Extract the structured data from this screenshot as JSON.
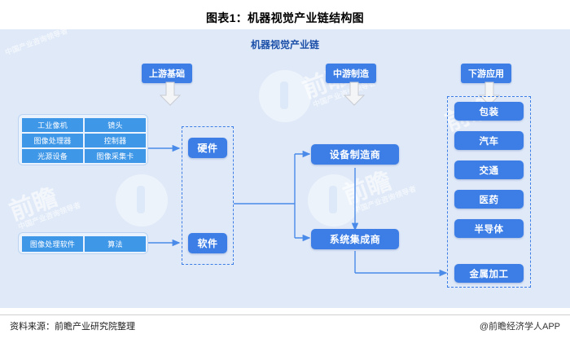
{
  "title": "图表1：机器视觉产业链结构图",
  "panel": {
    "heading": "机器视觉产业链",
    "watermark_brand": "前瞻",
    "watermark_sub": "中国产业咨询领导者"
  },
  "stages": [
    {
      "id": "upstream",
      "label": "上游基础"
    },
    {
      "id": "midstream",
      "label": "中游制造"
    },
    {
      "id": "downstream",
      "label": "下游应用"
    }
  ],
  "upstream": {
    "hardware": {
      "label": "硬件",
      "items": [
        "工业像机",
        "镜头",
        "图像处理器",
        "控制器",
        "光源设备",
        "图像采集卡"
      ]
    },
    "software": {
      "label": "软件",
      "items": [
        "图像处理软件",
        "算法"
      ]
    }
  },
  "midstream": {
    "nodes": [
      "设备制造商",
      "系统集成商"
    ]
  },
  "downstream": {
    "applications": [
      "包装",
      "汽车",
      "交通",
      "医药",
      "半导体",
      "金属加工"
    ]
  },
  "footer": {
    "source": "资料来源：前瞻产业研究院整理",
    "brand": "@前瞻经济学人APP"
  },
  "colors": {
    "panel_bg": "#dfe9f8",
    "node_blue": "#3d7ee6",
    "sub_item_blue": "#3f97e8",
    "dashed_border": "#3d7ee6",
    "heading_blue": "#1b4fa8",
    "group_bg": "#eaf2fd",
    "connector": "#4a8ae8"
  }
}
